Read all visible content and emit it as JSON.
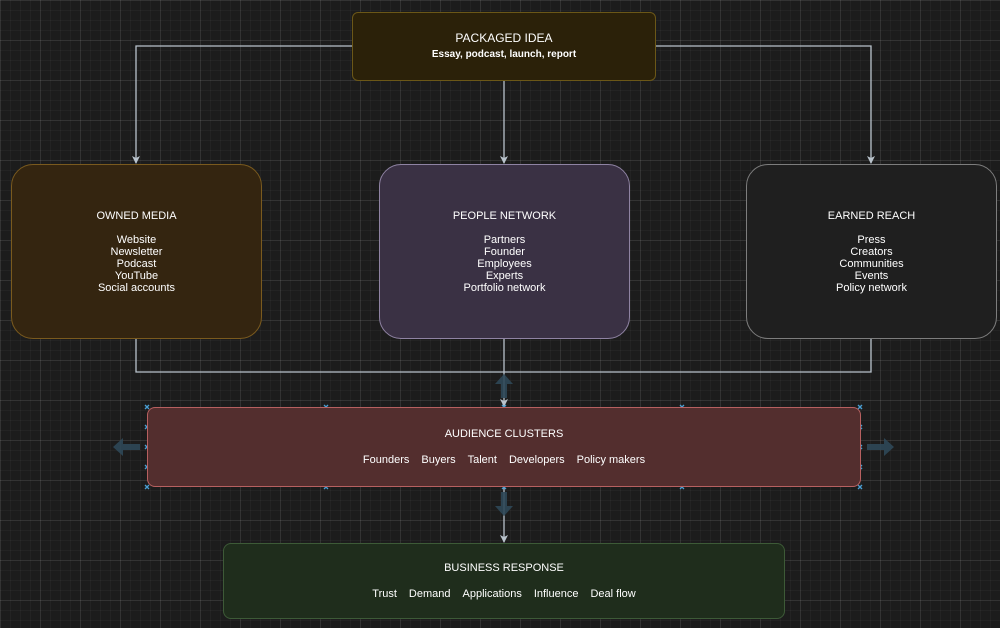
{
  "idea": {
    "title": "PACKAGED IDEA",
    "subtitle": "Essay, podcast, launch, report"
  },
  "owned": {
    "title": "OWNED MEDIA",
    "items": [
      "Website",
      "Newsletter",
      "Podcast",
      "YouTube",
      "Social accounts"
    ]
  },
  "people": {
    "title": "PEOPLE NETWORK",
    "items": [
      "Partners",
      "Founder",
      "Employees",
      "Experts",
      "Portfolio network"
    ]
  },
  "earned": {
    "title": "EARNED REACH",
    "items": [
      "Press",
      "Creators",
      "Communities",
      "Events",
      "Policy network"
    ]
  },
  "audience": {
    "title": "AUDIENCE CLUSTERS",
    "items": [
      "Founders",
      "Buyers",
      "Talent",
      "Developers",
      "Policy makers"
    ]
  },
  "response": {
    "title": "BUSINESS RESPONSE",
    "items": [
      "Trust",
      "Demand",
      "Applications",
      "Influence",
      "Deal flow"
    ]
  },
  "colors": {
    "edge": "#b9c3cc",
    "selection_handle": "#4a9fd4",
    "hover_arrow": "#2f4858"
  }
}
